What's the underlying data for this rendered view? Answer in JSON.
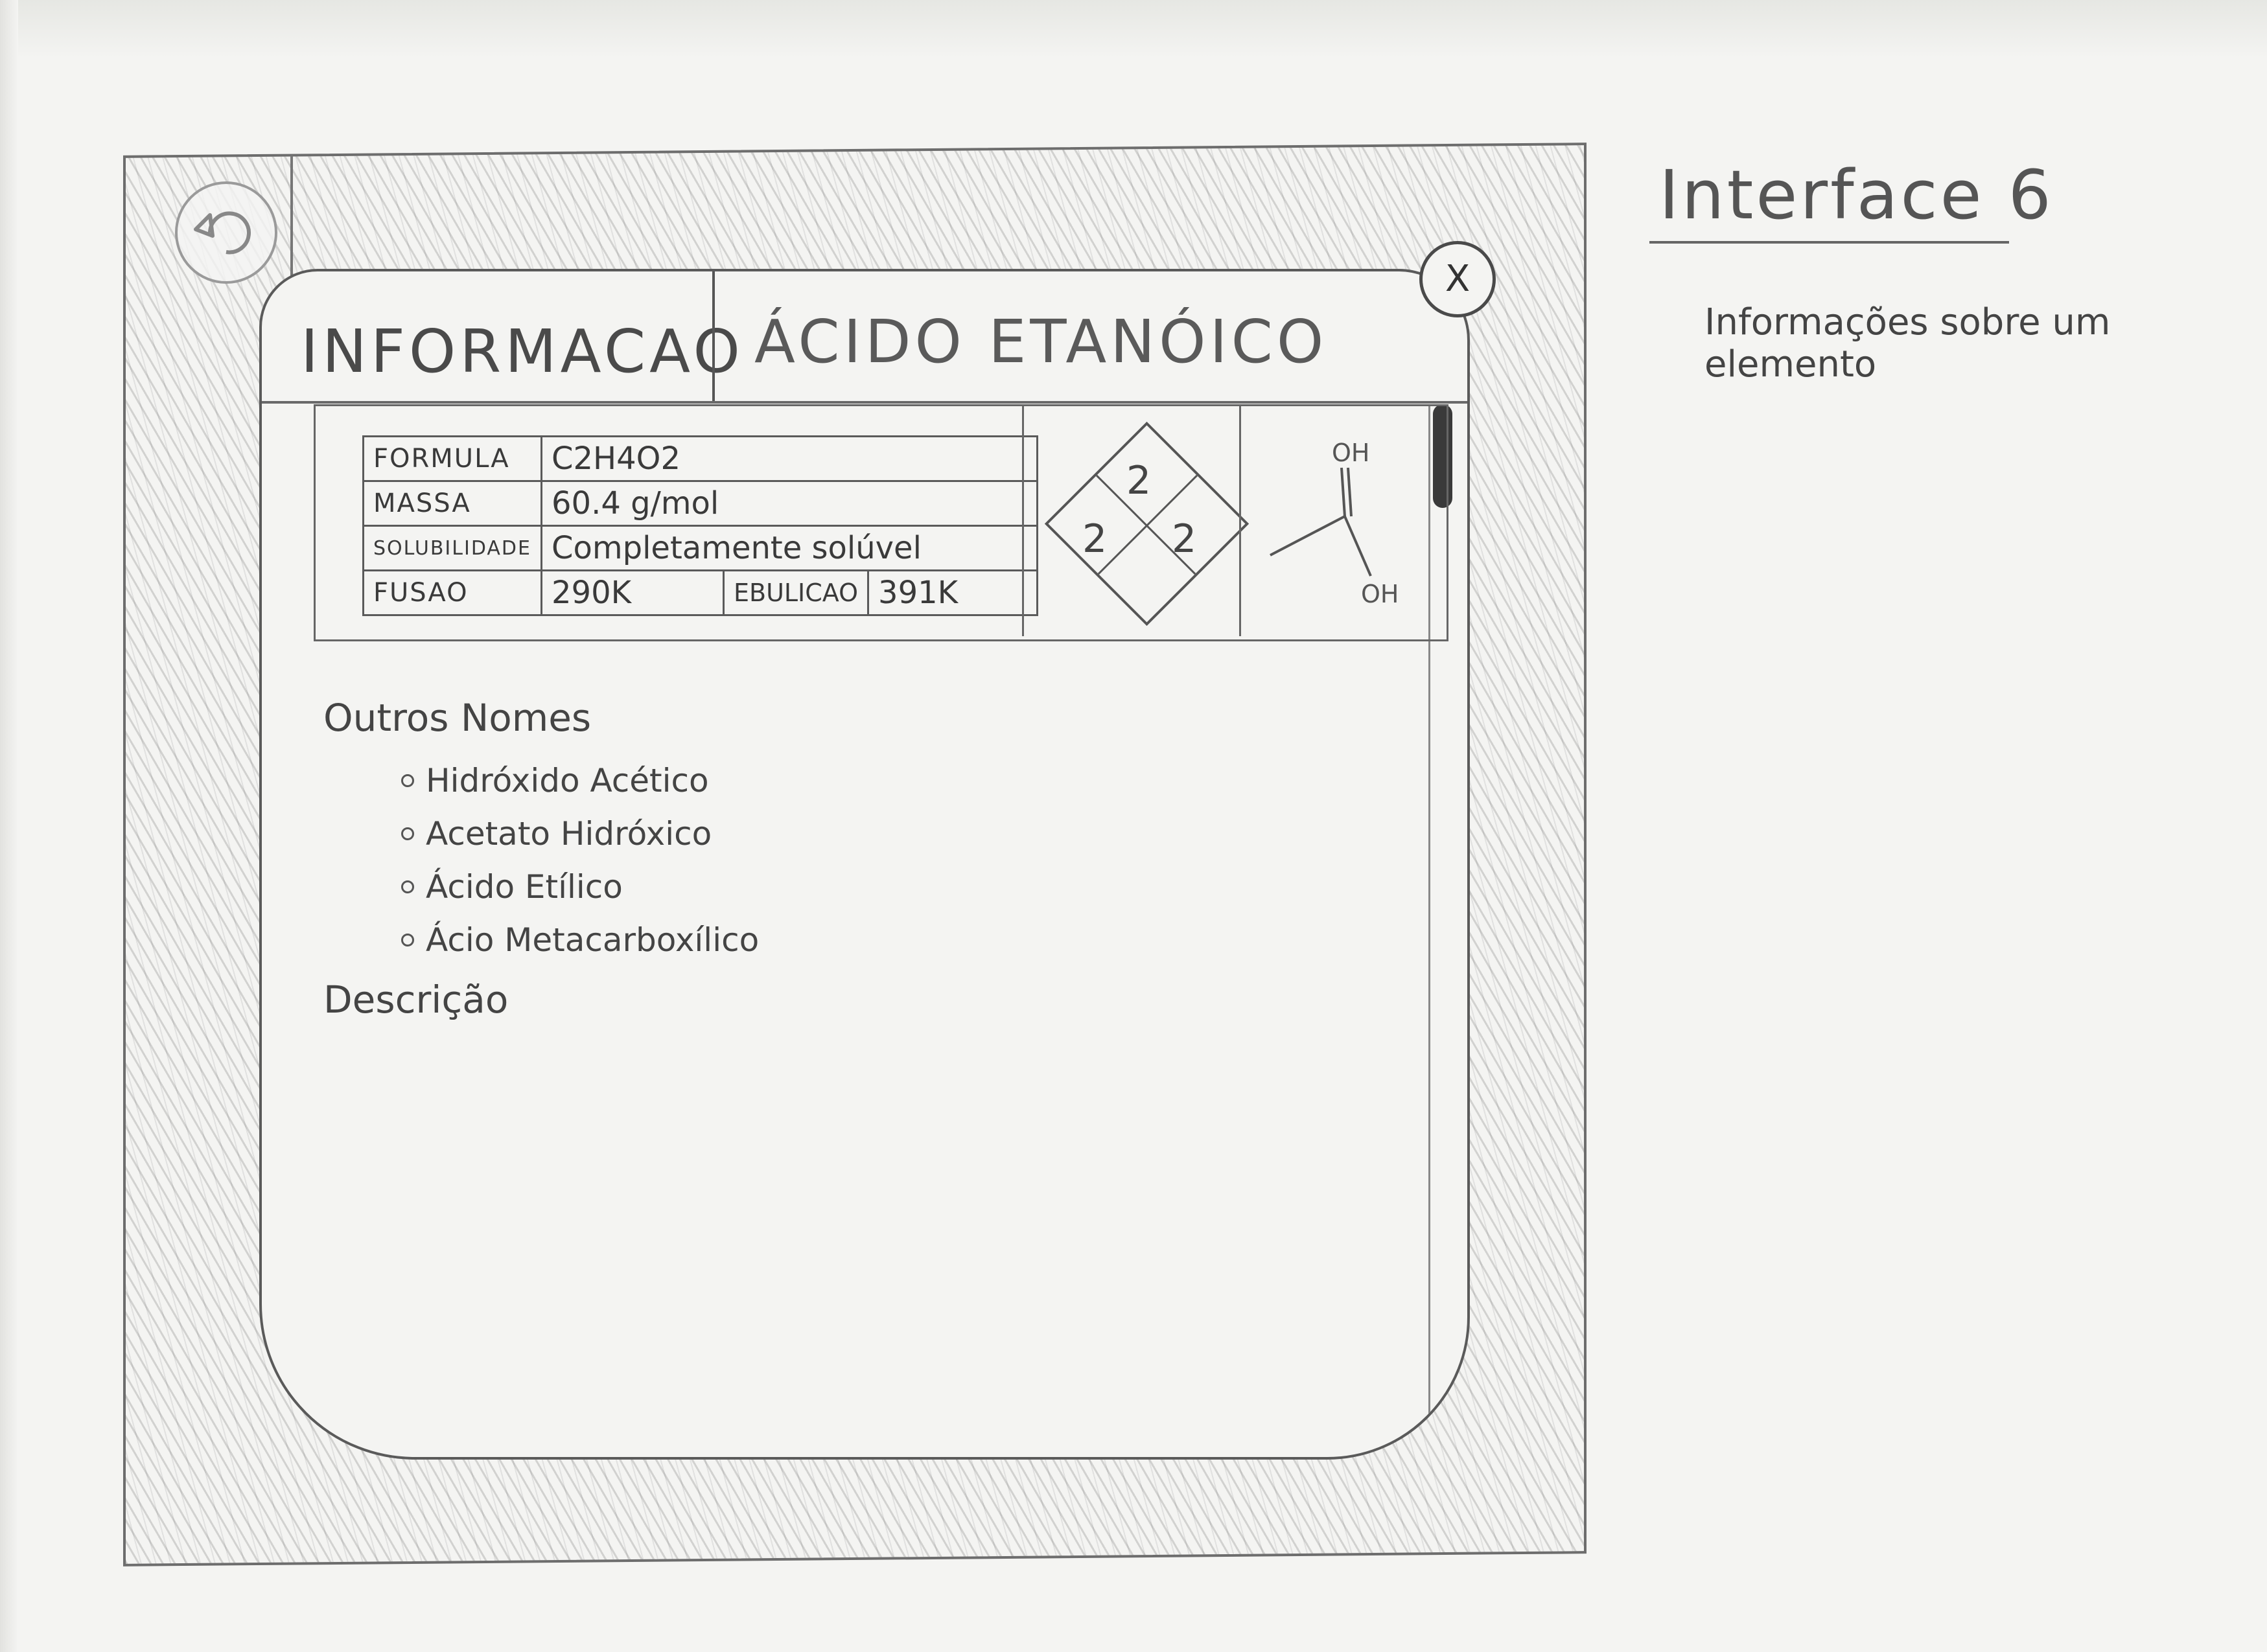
{
  "sidebar_note": {
    "title": "Interface 6",
    "subtitle": "Informações sobre um elemento"
  },
  "toolbar": {
    "back_icon": "back-arrow-icon",
    "close_icon": "close-icon",
    "close_label": "X"
  },
  "card": {
    "tab_info": "INFORMACAO",
    "tab_name": "ÁCIDO ETANÓICO",
    "properties": {
      "formula_label": "FORMULA",
      "formula_value": "C2H4O2",
      "mass_label": "MASSA",
      "mass_value": "60.4 g/mol",
      "solubility_label": "SOLUBILIDADE",
      "solubility_value": "Completamente solúvel",
      "fusion_label": "FUSAO",
      "fusion_value": "290K",
      "boiling_label": "EBULICAO",
      "boiling_value": "391K"
    },
    "hazard_diamond": {
      "top": "2",
      "left": "2",
      "right": "2"
    },
    "structure": {
      "oh_top": "OH",
      "oh_bottom": "OH"
    },
    "other_names_title": "Outros Nomes",
    "other_names": [
      "Hidróxido Acético",
      "Acetato Hidróxico",
      "Ácido Etílico",
      "Ácio Metacarboxílico"
    ],
    "description_title": "Descrição"
  }
}
